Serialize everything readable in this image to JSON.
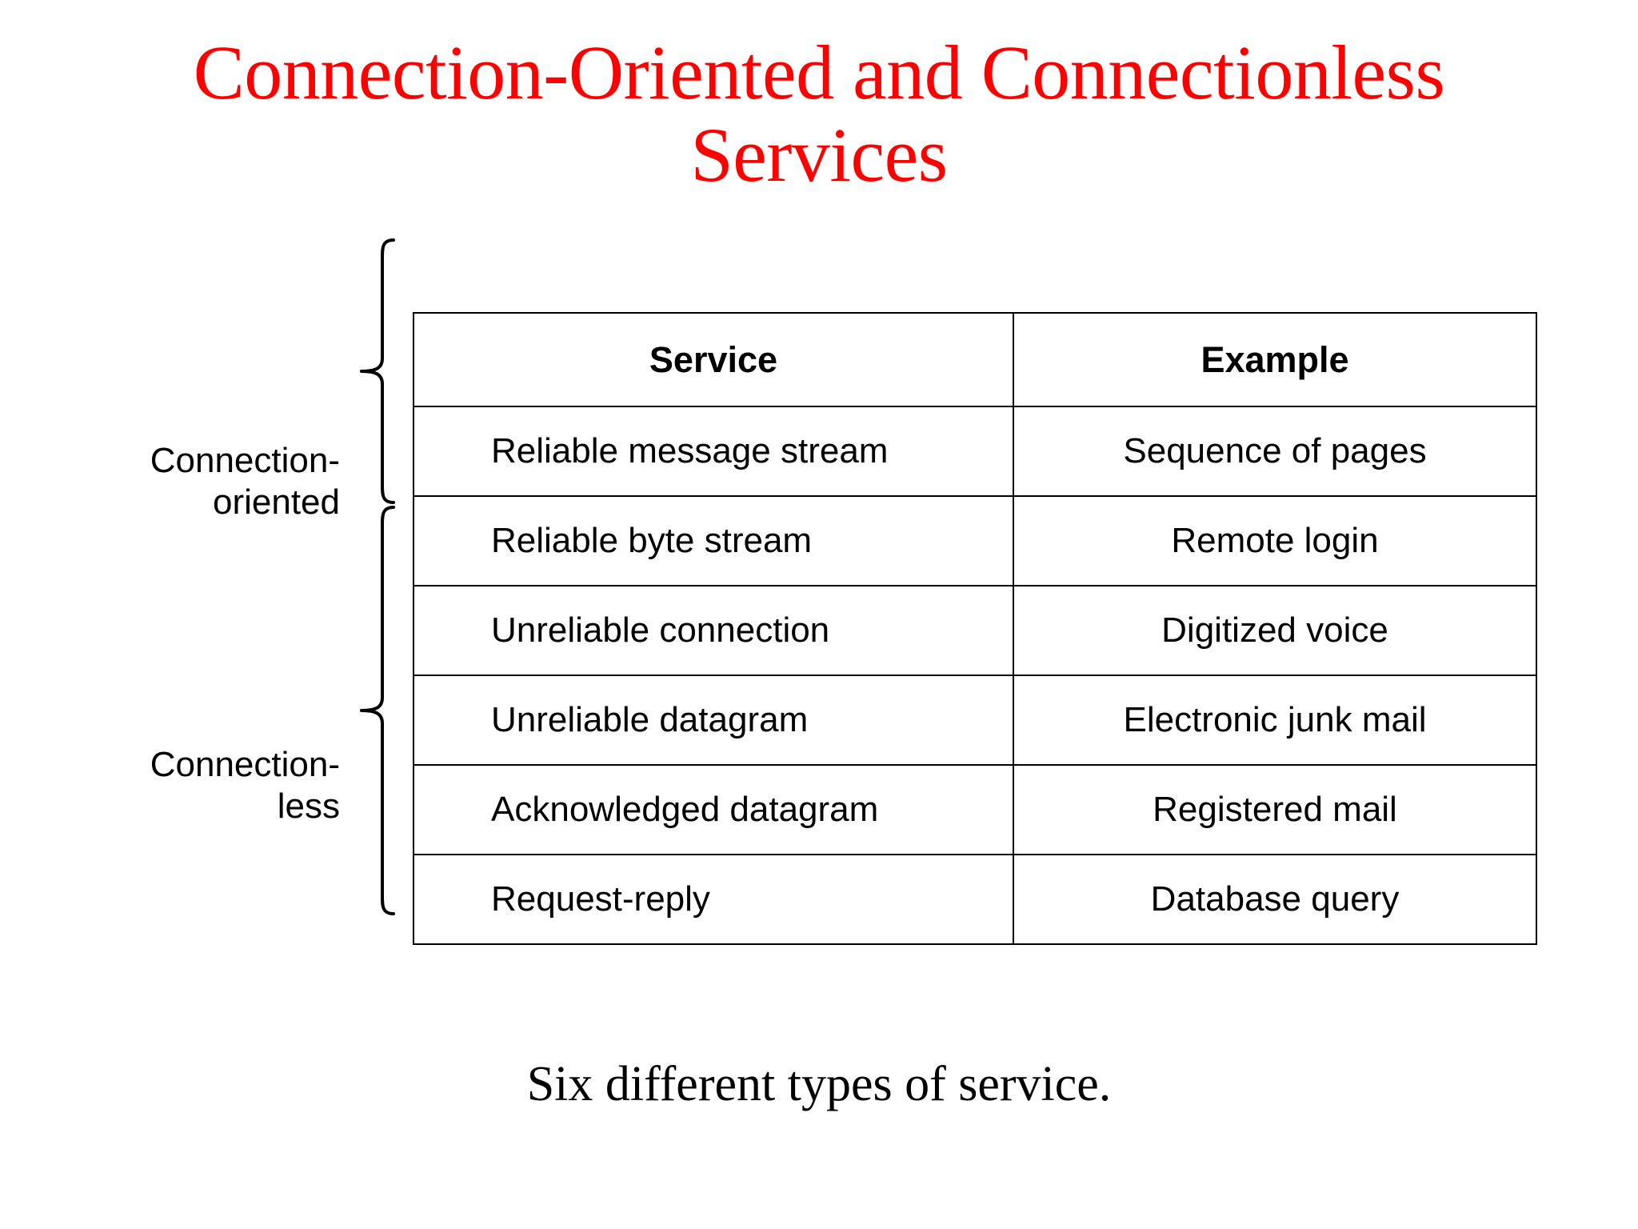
{
  "slide": {
    "title_lines": [
      "Connection-Oriented and Connectionless",
      "Services"
    ],
    "title_color": "#ff0000",
    "caption": "Six different types of service."
  },
  "groups": [
    {
      "id": "connection-oriented",
      "label_lines": [
        "Connection-",
        "oriented"
      ],
      "row_span": 3
    },
    {
      "id": "connectionless",
      "label_lines": [
        "Connection-",
        "less"
      ],
      "row_span": 3
    }
  ],
  "table": {
    "headers": [
      "Service",
      "Example"
    ],
    "rows": [
      {
        "service": "Reliable message stream",
        "example": "Sequence of pages"
      },
      {
        "service": "Reliable byte stream",
        "example": "Remote login"
      },
      {
        "service": "Unreliable connection",
        "example": "Digitized voice"
      },
      {
        "service": "Unreliable datagram",
        "example": "Electronic junk mail"
      },
      {
        "service": "Acknowledged datagram",
        "example": "Registered mail"
      },
      {
        "service": "Request-reply",
        "example": "Database query"
      }
    ]
  },
  "colors": {
    "title": "#ff0000",
    "text": "#000000",
    "background": "#ffffff",
    "border": "#000000"
  }
}
